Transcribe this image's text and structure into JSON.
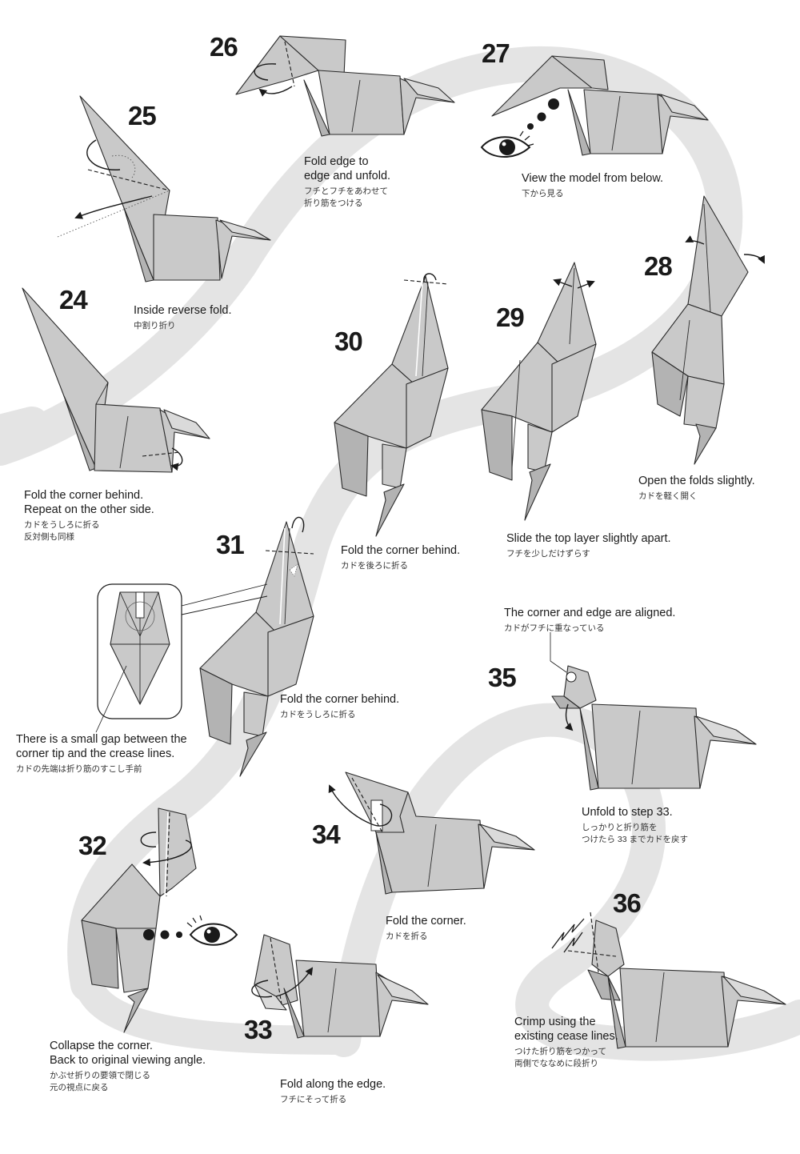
{
  "steps": {
    "s24": {
      "number": "24",
      "en": [
        "Fold the corner behind.",
        "Repeat on the other side."
      ],
      "ja": [
        "カドをうしろに折る",
        "反対側も同様"
      ]
    },
    "s25": {
      "number": "25",
      "en": [
        "Inside reverse fold."
      ],
      "ja": [
        "中割り折り"
      ]
    },
    "s26": {
      "number": "26",
      "en": [
        "Fold  edge to",
        "edge and unfold."
      ],
      "ja": [
        "フチとフチをあわせて",
        "折り筋をつける"
      ]
    },
    "s27": {
      "number": "27",
      "en": [
        "View the model from below."
      ],
      "ja": [
        "下から見る"
      ]
    },
    "s28": {
      "number": "28",
      "en": [
        "Open the folds slightly."
      ],
      "ja": [
        "カドを軽く開く"
      ]
    },
    "s29": {
      "number": "29",
      "en": [
        "Slide the top layer slightly apart."
      ],
      "ja": [
        "フチを少しだけずらす"
      ]
    },
    "s30": {
      "number": "30",
      "en": [
        "Fold the corner behind."
      ],
      "ja": [
        "カドを後ろに折る"
      ]
    },
    "s31": {
      "number": "31",
      "en": [
        "Fold the corner behind."
      ],
      "ja": [
        "カドをうしろに折る"
      ]
    },
    "s32": {
      "number": "32",
      "en": [
        "Collapse the corner.",
        "Back to original viewing angle."
      ],
      "ja": [
        "かぶせ折りの要領で閉じる",
        "元の視点に戻る"
      ]
    },
    "s33": {
      "number": "33",
      "en": [
        "Fold along the edge."
      ],
      "ja": [
        "フチにそって折る"
      ]
    },
    "s34": {
      "number": "34",
      "en": [
        "Fold the corner."
      ],
      "ja": [
        "カドを折る"
      ]
    },
    "s35": {
      "number": "35",
      "en": [
        "Unfold to step 33."
      ],
      "ja": [
        "しっかりと折り筋を",
        "つけたら 33 までカドを戻す"
      ]
    },
    "s36": {
      "number": "36",
      "en": [
        "Crimp  using the",
        "existing cease lines."
      ],
      "ja": [
        "つけた折り筋をつかって",
        "両側でななめに段折り"
      ]
    }
  },
  "notes": {
    "gap": {
      "en": [
        "There is a small gap between the",
        "corner tip and the crease lines."
      ],
      "ja": [
        "カドの先端は折り筋のすこし手前"
      ]
    },
    "aligned": {
      "en": [
        "The corner and edge are aligned."
      ],
      "ja": [
        "カドがフチに重なっている"
      ]
    }
  },
  "colors": {
    "paper": "#c9c9c9",
    "paper_dark": "#b3b3b3",
    "band": "#e4e4e4",
    "ink": "#1a1a1a"
  },
  "icons": [
    "eye-icon",
    "rotate-arrow-icon",
    "crimp-zigzag-icon"
  ]
}
